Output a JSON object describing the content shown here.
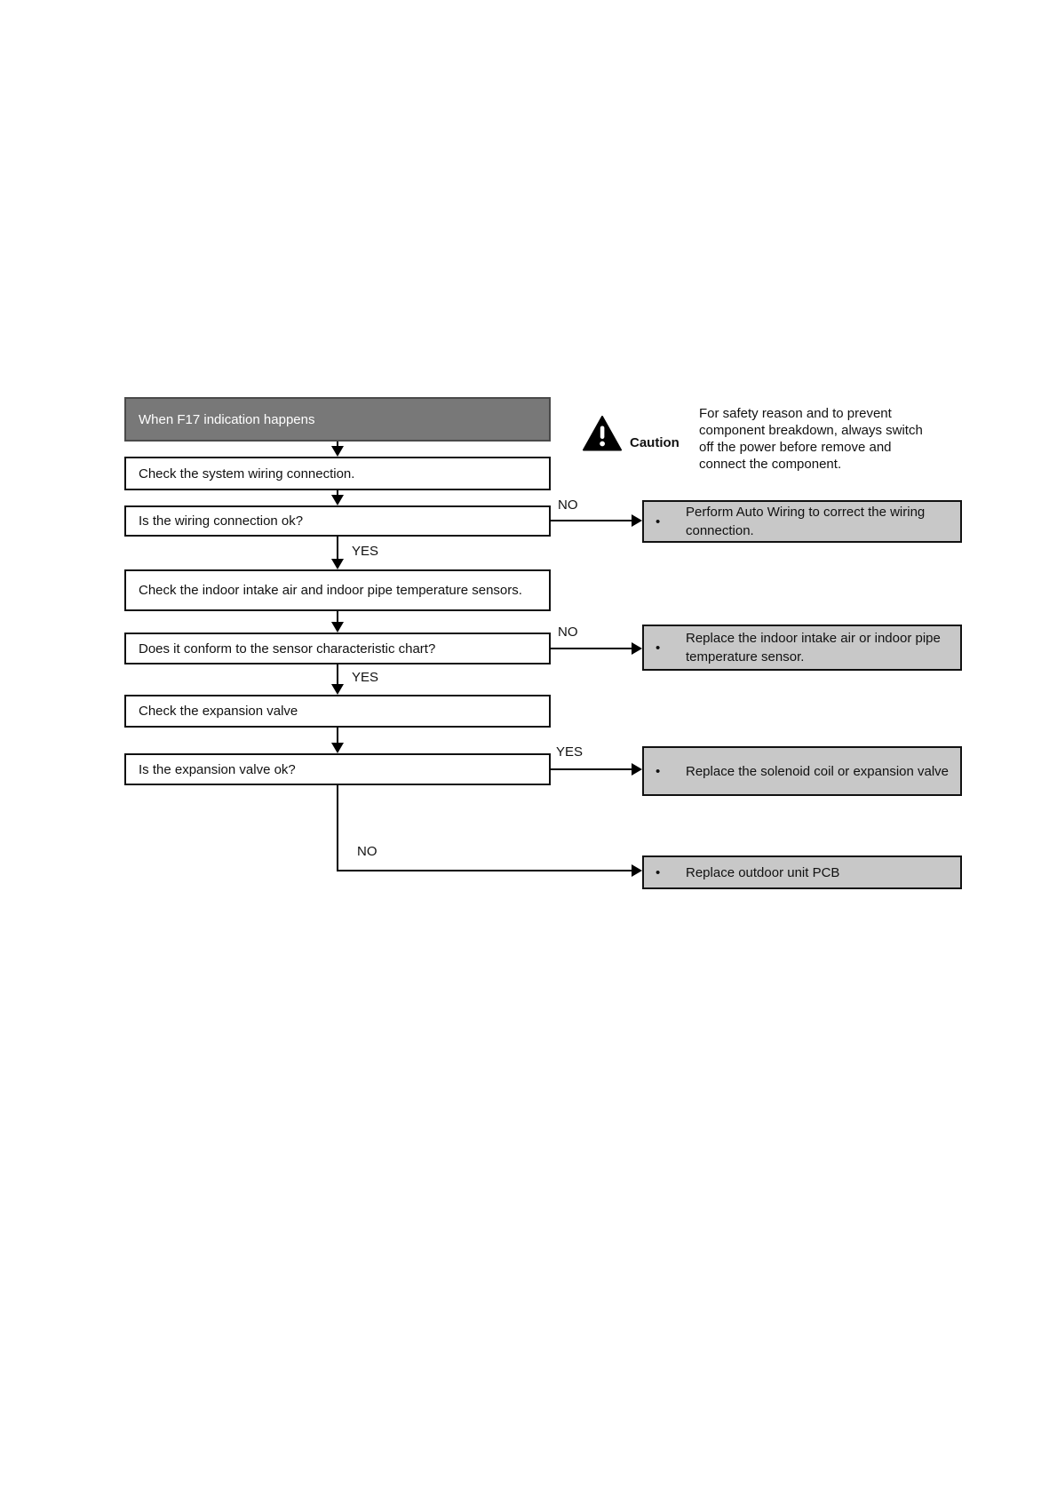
{
  "flowchart": {
    "title": "When F17 indication happens",
    "bullet": "•",
    "steps": {
      "check_wiring": "Check the system wiring connection.",
      "is_wiring_ok": "Is the wiring connection ok?",
      "check_sensors": "Check the indoor intake air and indoor pipe temperature sensors.",
      "conform_chart": "Does it conform to the sensor characteristic chart?",
      "check_valve": "Check the expansion valve",
      "is_valve_ok": "Is the expansion valve ok?"
    },
    "branches": {
      "wiring_no": "NO",
      "wiring_yes": "YES",
      "chart_no": "NO",
      "chart_yes": "YES",
      "valve_yes": "YES",
      "valve_no": "NO"
    },
    "actions": {
      "auto_wiring": "Perform Auto Wiring to correct the wiring connection.",
      "replace_sensor": "Replace the indoor intake air or indoor pipe temperature sensor.",
      "replace_coil": "Replace the solenoid coil or expansion valve",
      "replace_pcb": "Replace outdoor unit PCB"
    }
  },
  "caution": {
    "icon": "warning-triangle-icon",
    "label": "Caution",
    "text": "For safety reason and to prevent component breakdown, always switch off the power before remove and connect the component."
  },
  "colors": {
    "title_box_bg": "#787878",
    "title_box_text": "#ffffff",
    "action_box_bg": "#c8c8c8",
    "box_border": "#111111",
    "page_bg": "#ffffff"
  }
}
